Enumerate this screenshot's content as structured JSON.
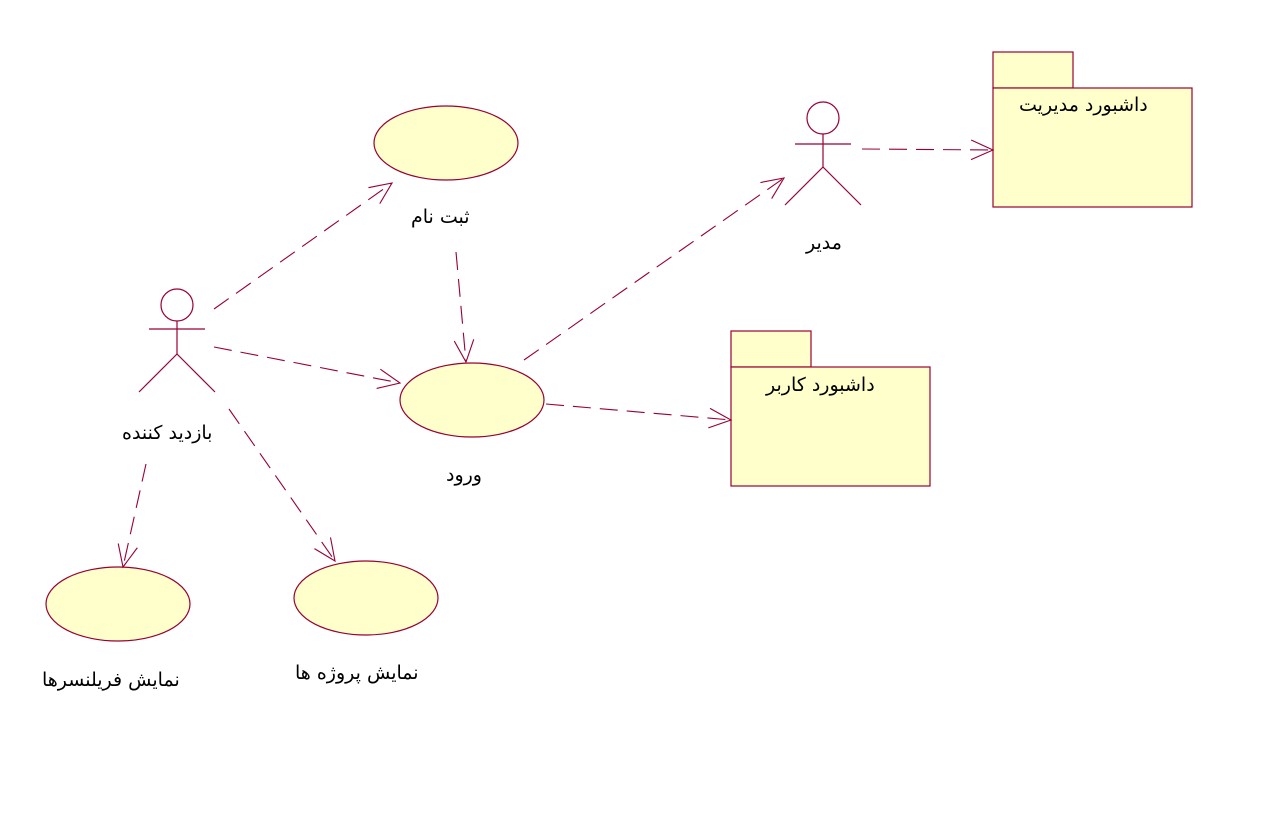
{
  "colors": {
    "line": "#990033",
    "fill": "#ffffcc",
    "background": "#ffffff",
    "text": "#000000"
  },
  "actors": {
    "visitor": "بازدید کننده",
    "admin": "مدیر"
  },
  "use_cases": {
    "register": "ثبت نام",
    "login": "ورود",
    "show_freelancers": "نمایش فریلنسرها",
    "show_projects": "نمایش پروژه ها"
  },
  "packages": {
    "admin_dashboard": "داشبورد مدیریت",
    "user_dashboard": "داشبورد کاربر"
  },
  "relations": [
    {
      "from": "visitor",
      "to": "register",
      "style": "dashed"
    },
    {
      "from": "visitor",
      "to": "login",
      "style": "dashed"
    },
    {
      "from": "visitor",
      "to": "show_freelancers",
      "style": "dashed"
    },
    {
      "from": "visitor",
      "to": "show_projects",
      "style": "dashed"
    },
    {
      "from": "register",
      "to": "login",
      "style": "dashed"
    },
    {
      "from": "login",
      "to": "admin",
      "style": "dashed"
    },
    {
      "from": "login",
      "to": "user_dashboard",
      "style": "dashed"
    },
    {
      "from": "admin",
      "to": "admin_dashboard",
      "style": "dashed"
    }
  ]
}
